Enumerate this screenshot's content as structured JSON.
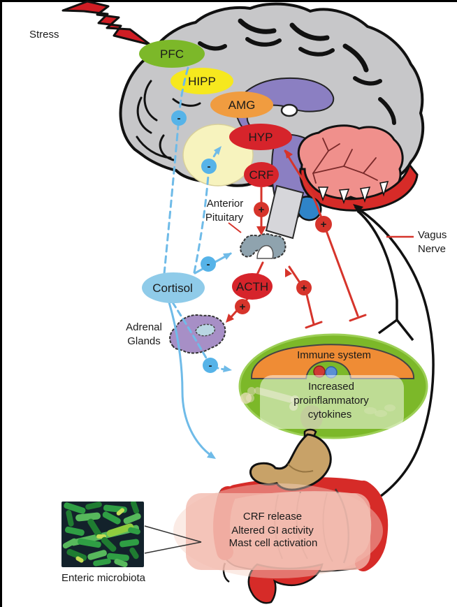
{
  "figure": {
    "stress_label": "Stress",
    "brain_regions": [
      {
        "id": "pfc",
        "label": "PFC",
        "color": "#7cb829"
      },
      {
        "id": "hipp",
        "label": "HIPP",
        "color": "#f6e81e"
      },
      {
        "id": "amg",
        "label": "AMG",
        "color": "#f09c40"
      },
      {
        "id": "hyp",
        "label": "HYP",
        "color": "#d6242b"
      },
      {
        "id": "crf",
        "label": "CRF",
        "color": "#d6242b"
      }
    ],
    "hpa_axis": {
      "anterior_pituitary": {
        "line1": "Anterior",
        "line2": "Pituitary"
      },
      "acth_label": "ACTH",
      "acth_color": "#d6242b",
      "cortisol_label": "Cortisol",
      "cortisol_color": "#8fcbe9",
      "adrenal_glands": {
        "line1": "Adrenal",
        "line2": "Glands"
      }
    },
    "vagus_nerve": {
      "line1": "Vagus",
      "line2": "Nerve"
    },
    "immune": {
      "title": "Immune system",
      "cytokines": {
        "line1": "Increased",
        "line2": "proinflammatory",
        "line3": "cytokines"
      }
    },
    "gut": {
      "line1": "CRF release",
      "line2": "Altered GI activity",
      "line3": "Mast cell activation"
    },
    "microbiota_label": "Enteric microbiota",
    "signs": {
      "plus": "+",
      "minus": "-"
    },
    "palette": {
      "excite_red": "#d6342b",
      "inhibit_blue": "#6fbbe8",
      "brain_gray": "#c7c7c9",
      "immune_green": "#7cb829",
      "immune_orange": "#ef8c35",
      "vagus_black": "#111111"
    }
  }
}
